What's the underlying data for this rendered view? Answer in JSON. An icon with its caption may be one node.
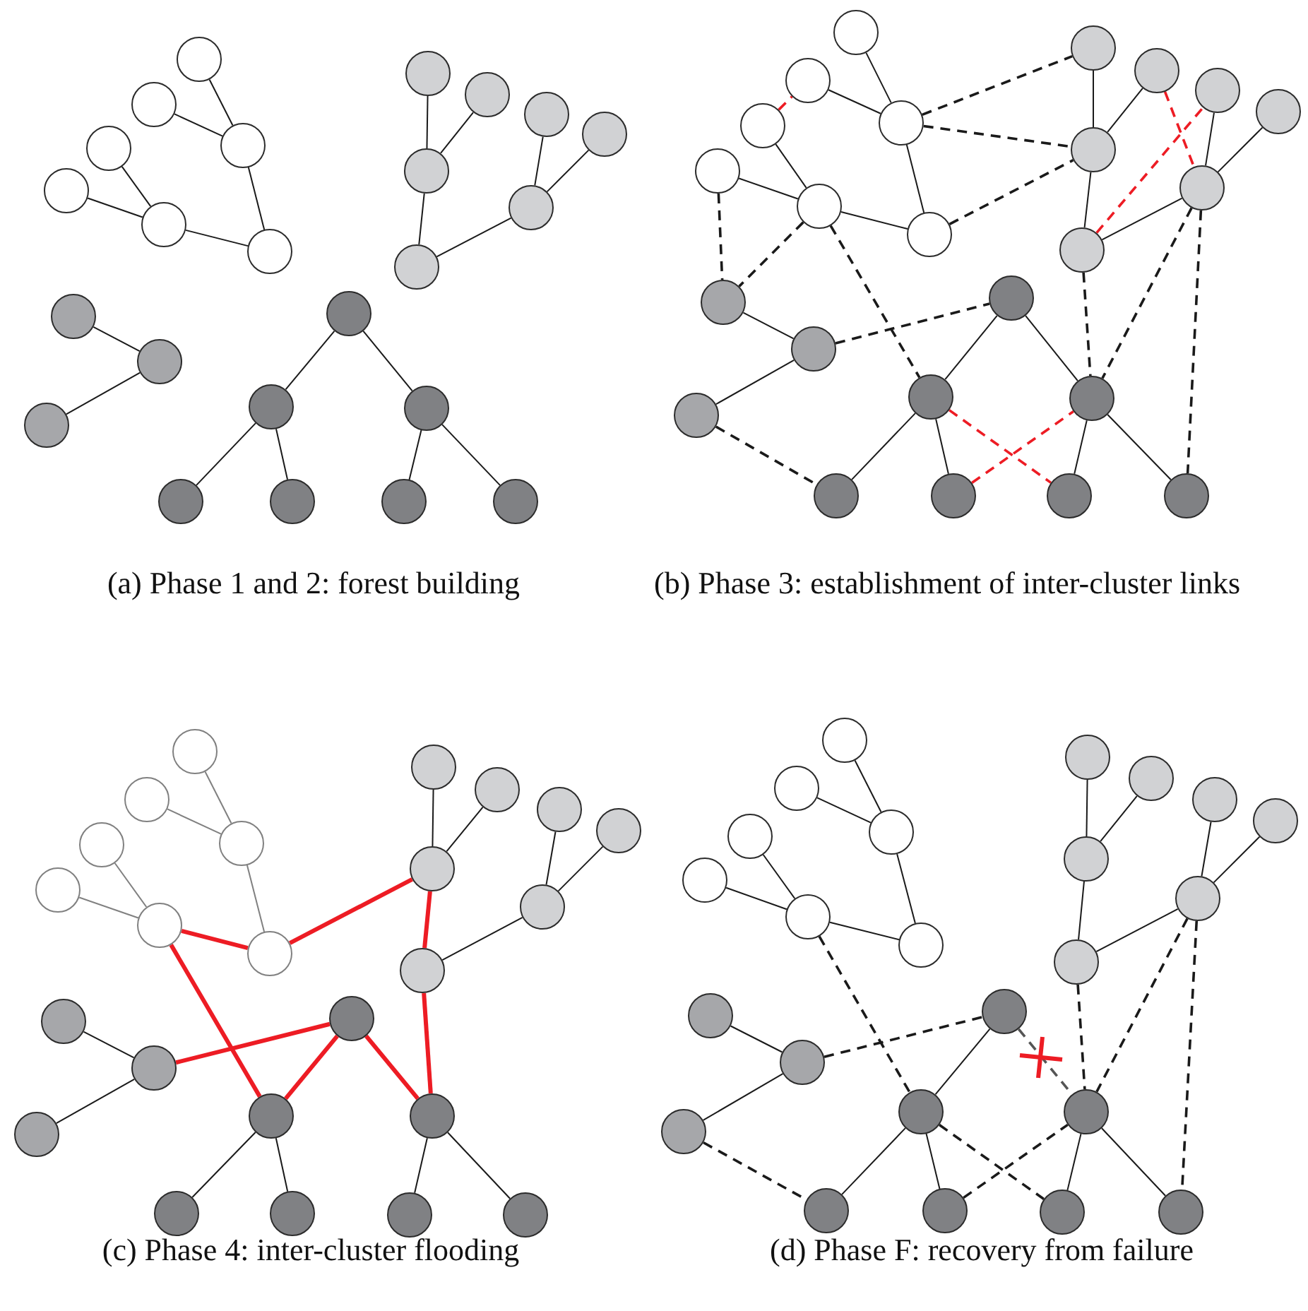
{
  "diagram": {
    "nodes": [
      {
        "text": [],
        "shape": "circle"
      },
      {
        "text": [],
        "shape": "circle"
      },
      {
        "text": [],
        "shape": "circle"
      },
      {
        "text": [],
        "shape": "circle"
      },
      {
        "text": [],
        "shape": "circle"
      },
      {
        "text": [],
        "shape": "circle"
      },
      {
        "text": [],
        "shape": "circle"
      },
      {
        "text": [],
        "shape": "circle"
      },
      {
        "text": [],
        "shape": "circle"
      },
      {
        "text": [],
        "shape": "circle"
      },
      {
        "text": [],
        "shape": "circle"
      },
      {
        "text": [],
        "shape": "circle"
      },
      {
        "text": [],
        "shape": "circle"
      },
      {
        "text": [],
        "shape": "circle"
      },
      {
        "text": [],
        "shape": "circle"
      },
      {
        "text": [],
        "shape": "circle"
      },
      {
        "text": [],
        "shape": "circle"
      },
      {
        "text": [],
        "shape": "circle"
      },
      {
        "text": [],
        "shape": "circle"
      },
      {
        "text": [],
        "shape": "circle"
      },
      {
        "text": [],
        "shape": "circle"
      },
      {
        "text": [],
        "shape": "circle"
      },
      {
        "text": [],
        "shape": "circle"
      },
      {
        "text": [],
        "shape": "circle"
      },
      {
        "text": [],
        "shape": "circle"
      },
      {
        "text": [],
        "shape": "circle"
      },
      {
        "text": [],
        "shape": "circle"
      },
      {
        "text": [],
        "shape": "circle"
      },
      {
        "text": [],
        "shape": "circle"
      },
      {
        "text": [],
        "shape": "circle"
      },
      {
        "text": [],
        "shape": "circle"
      },
      {
        "text": [],
        "shape": "circle"
      },
      {
        "text": [],
        "shape": "circle"
      },
      {
        "text": [],
        "shape": "circle"
      },
      {
        "text": [],
        "shape": "circle"
      },
      {
        "text": [],
        "shape": "circle"
      },
      {
        "text": [],
        "shape": "circle"
      },
      {
        "text": [],
        "shape": "circle"
      },
      {
        "text": [],
        "shape": "circle"
      },
      {
        "text": [],
        "shape": "circle"
      },
      {
        "text": [],
        "shape": "circle"
      },
      {
        "text": [],
        "shape": "circle"
      },
      {
        "text": [],
        "shape": "circle"
      },
      {
        "text": [],
        "shape": "circle"
      },
      {
        "text": [],
        "shape": "circle"
      },
      {
        "text": [],
        "shape": "circle"
      },
      {
        "text": [],
        "shape": "circle"
      },
      {
        "text": [],
        "shape": "circle"
      },
      {
        "text": [],
        "shape": "circle"
      },
      {
        "text": [],
        "shape": "circle"
      },
      {
        "text": [],
        "shape": "circle"
      },
      {
        "text": [],
        "shape": "circle"
      },
      {
        "text": [],
        "shape": "circle"
      },
      {
        "text": [],
        "shape": "circle"
      },
      {
        "text": [],
        "shape": "circle"
      },
      {
        "text": [],
        "shape": "circle"
      },
      {
        "text": [],
        "shape": "circle"
      },
      {
        "text": [],
        "shape": "circle"
      },
      {
        "text": [],
        "shape": "circle"
      },
      {
        "text": [],
        "shape": "circle"
      },
      {
        "text": [],
        "shape": "circle"
      },
      {
        "text": [],
        "shape": "circle"
      },
      {
        "text": [],
        "shape": "circle"
      },
      {
        "text": [],
        "shape": "circle"
      },
      {
        "text": [],
        "shape": "circle"
      },
      {
        "text": [],
        "shape": "circle"
      },
      {
        "text": [],
        "shape": "circle"
      },
      {
        "text": [],
        "shape": "circle"
      },
      {
        "text": [],
        "shape": "circle"
      },
      {
        "text": [],
        "shape": "circle"
      },
      {
        "text": [],
        "shape": "circle"
      },
      {
        "text": [],
        "shape": "circle"
      },
      {
        "text": [],
        "shape": "circle"
      },
      {
        "text": [],
        "shape": "circle"
      },
      {
        "text": [],
        "shape": "circle"
      },
      {
        "text": [],
        "shape": "circle"
      },
      {
        "text": [],
        "shape": "circle"
      },
      {
        "text": [],
        "shape": "circle"
      },
      {
        "text": [],
        "shape": "circle"
      },
      {
        "text": [],
        "shape": "circle"
      },
      {
        "text": [],
        "shape": "circle"
      },
      {
        "text": [],
        "shape": "circle"
      },
      {
        "text": [],
        "shape": "circle"
      },
      {
        "text": [],
        "shape": "circle"
      },
      {
        "text": [],
        "shape": "circle"
      },
      {
        "text": [],
        "shape": "circle"
      },
      {
        "text": [],
        "shape": "circle"
      },
      {
        "text": [],
        "shape": "circle"
      },
      {
        "text": [],
        "shape": "circle"
      },
      {
        "text": [],
        "shape": "circle"
      },
      {
        "text": [],
        "shape": "circle"
      },
      {
        "text": [],
        "shape": "circle"
      },
      {
        "text": [],
        "shape": "circle"
      },
      {
        "text": [],
        "shape": "circle"
      },
      {
        "text": [],
        "shape": "circle"
      },
      {
        "text": [],
        "shape": "circle"
      }
    ],
    "edges": [
      {
        "from": 0,
        "to": 2,
        "arrow": "none"
      },
      {
        "from": 1,
        "to": 2,
        "arrow": "none"
      },
      {
        "from": 2,
        "to": 6,
        "arrow": "none"
      },
      {
        "from": 3,
        "to": 5,
        "arrow": "none"
      },
      {
        "from": 4,
        "to": 5,
        "arrow": "none"
      },
      {
        "from": 5,
        "to": 6,
        "arrow": "none"
      },
      {
        "from": 7,
        "to": 11,
        "arrow": "none"
      },
      {
        "from": 8,
        "to": 11,
        "arrow": "none"
      },
      {
        "from": 11,
        "to": 13,
        "arrow": "none"
      },
      {
        "from": 9,
        "to": 12,
        "arrow": "none"
      },
      {
        "from": 10,
        "to": 12,
        "arrow": "none"
      },
      {
        "from": 13,
        "to": 12,
        "arrow": "none"
      },
      {
        "from": 14,
        "to": 15,
        "arrow": "none"
      },
      {
        "from": 15,
        "to": 16,
        "arrow": "none"
      },
      {
        "from": 17,
        "to": 18,
        "arrow": "none"
      },
      {
        "from": 17,
        "to": 19,
        "arrow": "none"
      },
      {
        "from": 18,
        "to": 20,
        "arrow": "none"
      },
      {
        "from": 18,
        "to": 21,
        "arrow": "none"
      },
      {
        "from": 19,
        "to": 22,
        "arrow": "none"
      },
      {
        "from": 19,
        "to": 23,
        "arrow": "none"
      },
      {
        "from": 24,
        "to": 26,
        "arrow": "none"
      },
      {
        "from": 25,
        "to": 26,
        "arrow": "none"
      },
      {
        "from": 26,
        "to": 30,
        "arrow": "none"
      },
      {
        "from": 27,
        "to": 29,
        "arrow": "none"
      },
      {
        "from": 28,
        "to": 29,
        "arrow": "none"
      },
      {
        "from": 29,
        "to": 30,
        "arrow": "none"
      },
      {
        "from": 31,
        "to": 35,
        "arrow": "none"
      },
      {
        "from": 32,
        "to": 35,
        "arrow": "none"
      },
      {
        "from": 35,
        "to": 37,
        "arrow": "none"
      },
      {
        "from": 33,
        "to": 36,
        "arrow": "none"
      },
      {
        "from": 34,
        "to": 36,
        "arrow": "none"
      },
      {
        "from": 37,
        "to": 36,
        "arrow": "none"
      },
      {
        "from": 38,
        "to": 39,
        "arrow": "none"
      },
      {
        "from": 39,
        "to": 40,
        "arrow": "none"
      },
      {
        "from": 41,
        "to": 42,
        "arrow": "none"
      },
      {
        "from": 41,
        "to": 43,
        "arrow": "none"
      },
      {
        "from": 42,
        "to": 44,
        "arrow": "none"
      },
      {
        "from": 42,
        "to": 45,
        "arrow": "none"
      },
      {
        "from": 43,
        "to": 46,
        "arrow": "none"
      },
      {
        "from": 43,
        "to": 47,
        "arrow": "none"
      },
      {
        "from": 27,
        "to": 25,
        "arrow": "none",
        "style": "dashed",
        "color": "#ed1c24"
      },
      {
        "from": 32,
        "to": 36,
        "arrow": "none",
        "style": "dashed",
        "color": "#ed1c24"
      },
      {
        "from": 37,
        "to": 33,
        "arrow": "none",
        "style": "dashed",
        "color": "#ed1c24"
      },
      {
        "from": 42,
        "to": 46,
        "arrow": "none",
        "style": "dashed",
        "color": "#ed1c24"
      },
      {
        "from": 45,
        "to": 43,
        "arrow": "none",
        "style": "dashed",
        "color": "#ed1c24"
      },
      {
        "from": 26,
        "to": 31,
        "arrow": "none",
        "style": "dashed"
      },
      {
        "from": 26,
        "to": 35,
        "arrow": "none",
        "style": "dashed"
      },
      {
        "from": 30,
        "to": 35,
        "arrow": "none",
        "style": "dashed"
      },
      {
        "from": 28,
        "to": 38,
        "arrow": "none",
        "style": "dashed"
      },
      {
        "from": 29,
        "to": 38,
        "arrow": "none",
        "style": "dashed"
      },
      {
        "from": 29,
        "to": 42,
        "arrow": "none",
        "style": "dashed"
      },
      {
        "from": 39,
        "to": 41,
        "arrow": "none",
        "style": "dashed"
      },
      {
        "from": 40,
        "to": 44,
        "arrow": "none",
        "style": "dashed"
      },
      {
        "from": 37,
        "to": 43,
        "arrow": "none",
        "style": "dashed"
      },
      {
        "from": 36,
        "to": 43,
        "arrow": "none",
        "style": "dashed"
      },
      {
        "from": 36,
        "to": 47,
        "arrow": "none",
        "style": "dashed"
      },
      {
        "from": 48,
        "to": 50,
        "arrow": "none",
        "color": "#808080"
      },
      {
        "from": 49,
        "to": 50,
        "arrow": "none",
        "color": "#808080"
      },
      {
        "from": 50,
        "to": 54,
        "arrow": "none",
        "color": "#808080"
      },
      {
        "from": 51,
        "to": 53,
        "arrow": "none",
        "color": "#808080"
      },
      {
        "from": 52,
        "to": 53,
        "arrow": "none",
        "color": "#808080"
      },
      {
        "from": 53,
        "to": 54,
        "arrow": "none",
        "style": "thick",
        "color": "#ed1c24"
      },
      {
        "from": 55,
        "to": 59,
        "arrow": "none"
      },
      {
        "from": 56,
        "to": 59,
        "arrow": "none"
      },
      {
        "from": 59,
        "to": 61,
        "arrow": "none",
        "style": "thick",
        "color": "#ed1c24"
      },
      {
        "from": 57,
        "to": 60,
        "arrow": "none"
      },
      {
        "from": 58,
        "to": 60,
        "arrow": "none"
      },
      {
        "from": 61,
        "to": 60,
        "arrow": "none"
      },
      {
        "from": 62,
        "to": 63,
        "arrow": "none"
      },
      {
        "from": 63,
        "to": 64,
        "arrow": "none"
      },
      {
        "from": 65,
        "to": 66,
        "arrow": "none",
        "style": "thick",
        "color": "#ed1c24"
      },
      {
        "from": 65,
        "to": 67,
        "arrow": "none",
        "style": "thick",
        "color": "#ed1c24"
      },
      {
        "from": 66,
        "to": 68,
        "arrow": "none"
      },
      {
        "from": 66,
        "to": 69,
        "arrow": "none"
      },
      {
        "from": 67,
        "to": 70,
        "arrow": "none"
      },
      {
        "from": 67,
        "to": 71,
        "arrow": "none"
      },
      {
        "from": 54,
        "to": 59,
        "arrow": "none",
        "style": "thick",
        "color": "#ed1c24"
      },
      {
        "from": 53,
        "to": 66,
        "arrow": "none",
        "style": "thick",
        "color": "#ed1c24"
      },
      {
        "from": 63,
        "to": 65,
        "arrow": "none",
        "style": "thick",
        "color": "#ed1c24"
      },
      {
        "from": 61,
        "to": 67,
        "arrow": "none",
        "style": "thick",
        "color": "#ed1c24"
      },
      {
        "from": 72,
        "to": 74,
        "arrow": "none"
      },
      {
        "from": 73,
        "to": 74,
        "arrow": "none"
      },
      {
        "from": 74,
        "to": 78,
        "arrow": "none"
      },
      {
        "from": 75,
        "to": 77,
        "arrow": "none"
      },
      {
        "from": 76,
        "to": 77,
        "arrow": "none"
      },
      {
        "from": 77,
        "to": 78,
        "arrow": "none"
      },
      {
        "from": 79,
        "to": 83,
        "arrow": "none"
      },
      {
        "from": 80,
        "to": 83,
        "arrow": "none"
      },
      {
        "from": 83,
        "to": 85,
        "arrow": "none"
      },
      {
        "from": 81,
        "to": 84,
        "arrow": "none"
      },
      {
        "from": 82,
        "to": 84,
        "arrow": "none"
      },
      {
        "from": 85,
        "to": 84,
        "arrow": "none"
      },
      {
        "from": 86,
        "to": 87,
        "arrow": "none"
      },
      {
        "from": 87,
        "to": 88,
        "arrow": "none"
      },
      {
        "from": 89,
        "to": 90,
        "arrow": "none"
      },
      {
        "from": 89,
        "to": 91,
        "arrow": "none",
        "style": "dashed",
        "color": "#555555"
      },
      {
        "from": 90,
        "to": 92,
        "arrow": "none"
      },
      {
        "from": 90,
        "to": 93,
        "arrow": "none"
      },
      {
        "from": 91,
        "to": 94,
        "arrow": "none"
      },
      {
        "from": 91,
        "to": 95,
        "arrow": "none"
      },
      {
        "from": 77,
        "to": 90,
        "arrow": "none",
        "style": "dashed"
      },
      {
        "from": 87,
        "to": 89,
        "arrow": "none",
        "style": "dashed"
      },
      {
        "from": 88,
        "to": 92,
        "arrow": "none",
        "style": "dashed"
      },
      {
        "from": 90,
        "to": 94,
        "arrow": "none",
        "style": "dashed"
      },
      {
        "from": 93,
        "to": 91,
        "arrow": "none",
        "style": "dashed"
      },
      {
        "from": 85,
        "to": 91,
        "arrow": "none",
        "style": "dashed"
      },
      {
        "from": 84,
        "to": 91,
        "arrow": "none",
        "style": "dashed"
      },
      {
        "from": 84,
        "to": 95,
        "arrow": "none",
        "style": "dashed"
      }
    ],
    "labels": [
      "(a) Phase 1 and 2: forest building",
      "(b) Phase 3: establishment of inter-cluster links",
      "(c) Phase 4: inter-cluster flooding",
      "(d) Phase F: recovery from failure"
    ]
  }
}
